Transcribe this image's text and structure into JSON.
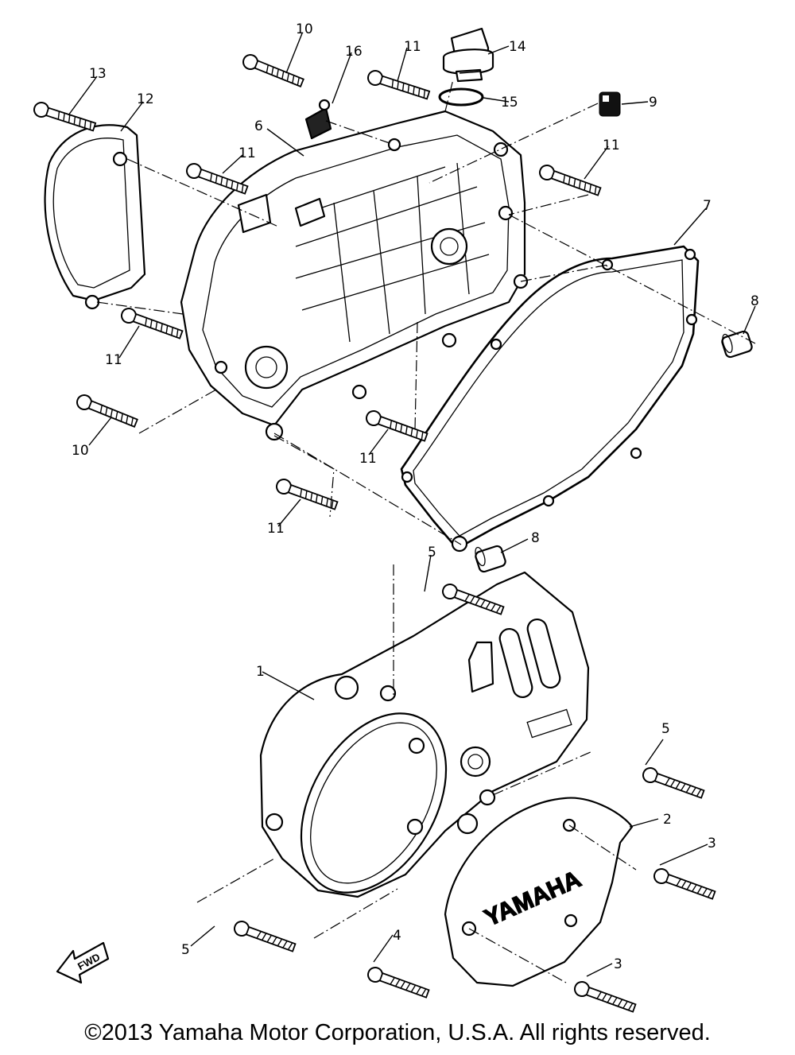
{
  "diagram": {
    "callouts": {
      "c1": "1",
      "c2": "2",
      "c3a": "3",
      "c3b": "3",
      "c4": "4",
      "c5a": "5",
      "c5b": "5",
      "c5c": "5",
      "c6": "6",
      "c7": "7",
      "c8a": "8",
      "c8b": "8",
      "c9": "9",
      "c10a": "10",
      "c10b": "10",
      "c11a": "11",
      "c11b": "11",
      "c11c": "11",
      "c11d": "11",
      "c11e": "11",
      "c11f": "11",
      "c12": "12",
      "c13": "13",
      "c14": "14",
      "c15": "15",
      "c16": "16"
    },
    "cover_logo": "YAMAHA",
    "fwd_label": "FWD"
  },
  "footer": {
    "copyright": "©2013 Yamaha Motor Corporation, U.S.A. All rights reserved."
  }
}
